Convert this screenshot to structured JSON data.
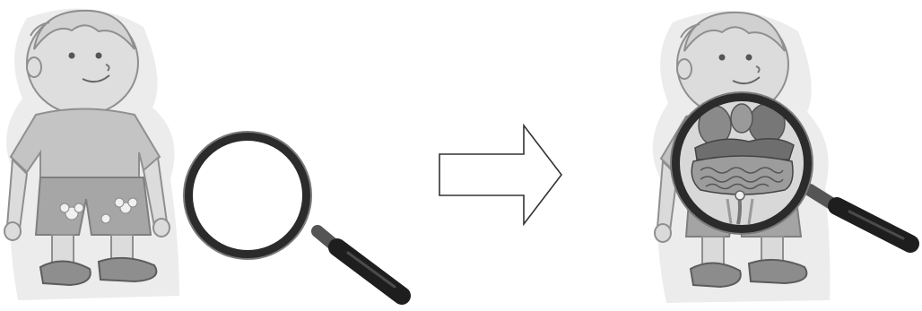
{
  "scene": {
    "before_panel": {
      "figure": "boy-figure",
      "tool": "magnifying-glass",
      "lens_content": "empty"
    },
    "transition": {
      "icon": "right-arrow-icon"
    },
    "after_panel": {
      "figure": "boy-figure",
      "tool": "magnifying-glass",
      "lens_content": "internal-organs"
    }
  },
  "colors": {
    "figure_fill": "#cfcfcf",
    "figure_outline": "#9a9a9a",
    "skin": "#e4e4e4",
    "shirt": "#bdbdbd",
    "shorts": "#9e9e9e",
    "shoes": "#8a8a8a",
    "halo": "#e9e9e9",
    "lens_ring": "#2b2b2b",
    "lens_glass": "#ffffff",
    "handle": "#1e1e1e",
    "arrow_stroke": "#333333"
  }
}
